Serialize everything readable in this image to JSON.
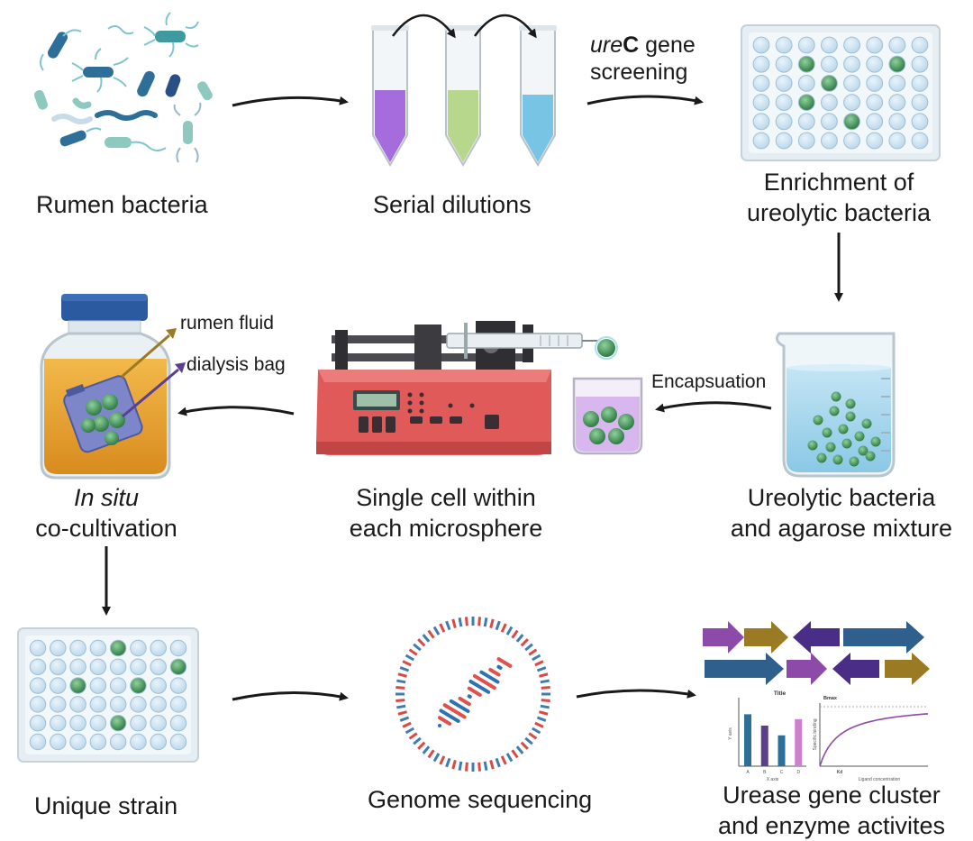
{
  "steps": {
    "rumen_bacteria": "Rumen bacteria",
    "serial_dilutions": "Serial dilutions",
    "urec_screening_italic": "ure",
    "urec_screening_bold": "C",
    "urec_screening_rest": " gene",
    "urec_screening_line2": "screening",
    "enrichment_line1": "Enrichment of",
    "enrichment_line2": "ureolytic bacteria",
    "mixture_line1": "Ureolytic bacteria",
    "mixture_line2": "and agarose mixture",
    "encapsulation": "Encapsuation",
    "single_cell_line1": "Single cell within",
    "single_cell_line2": "each microsphere",
    "insitu_italic": "In situ",
    "insitu_line2": "co-cultivation",
    "rumen_fluid": "rumen fluid",
    "dialysis_bag": "dialysis bag",
    "unique_strain": "Unique strain",
    "genome_sequencing": "Genome sequencing",
    "urease_line1": "Urease gene cluster",
    "urease_line2": "and enzyme activites"
  },
  "mini_charts": {
    "bar": {
      "type": "bar",
      "title": "Title",
      "xlabel": "X axis",
      "ylabel": "Y axis",
      "categories": [
        "A",
        "B",
        "C",
        "D"
      ],
      "values": [
        16,
        12.5,
        9.5,
        14.5
      ],
      "ylim": [
        0,
        20
      ],
      "colors": [
        "#2e6f9a",
        "#5a3f8a",
        "#2e6f9a",
        "#d07fcf"
      ]
    },
    "curve": {
      "type": "line",
      "title": "Bmax",
      "xlabel": "Ligand concentration",
      "ylabel": "Specific binding",
      "marker": "Kd"
    }
  },
  "colors": {
    "purple": "#8e4aa8",
    "olive": "#9a7a22",
    "indigo": "#4a2d86",
    "blue": "#2f5f8c",
    "green": "#3f8a52"
  }
}
